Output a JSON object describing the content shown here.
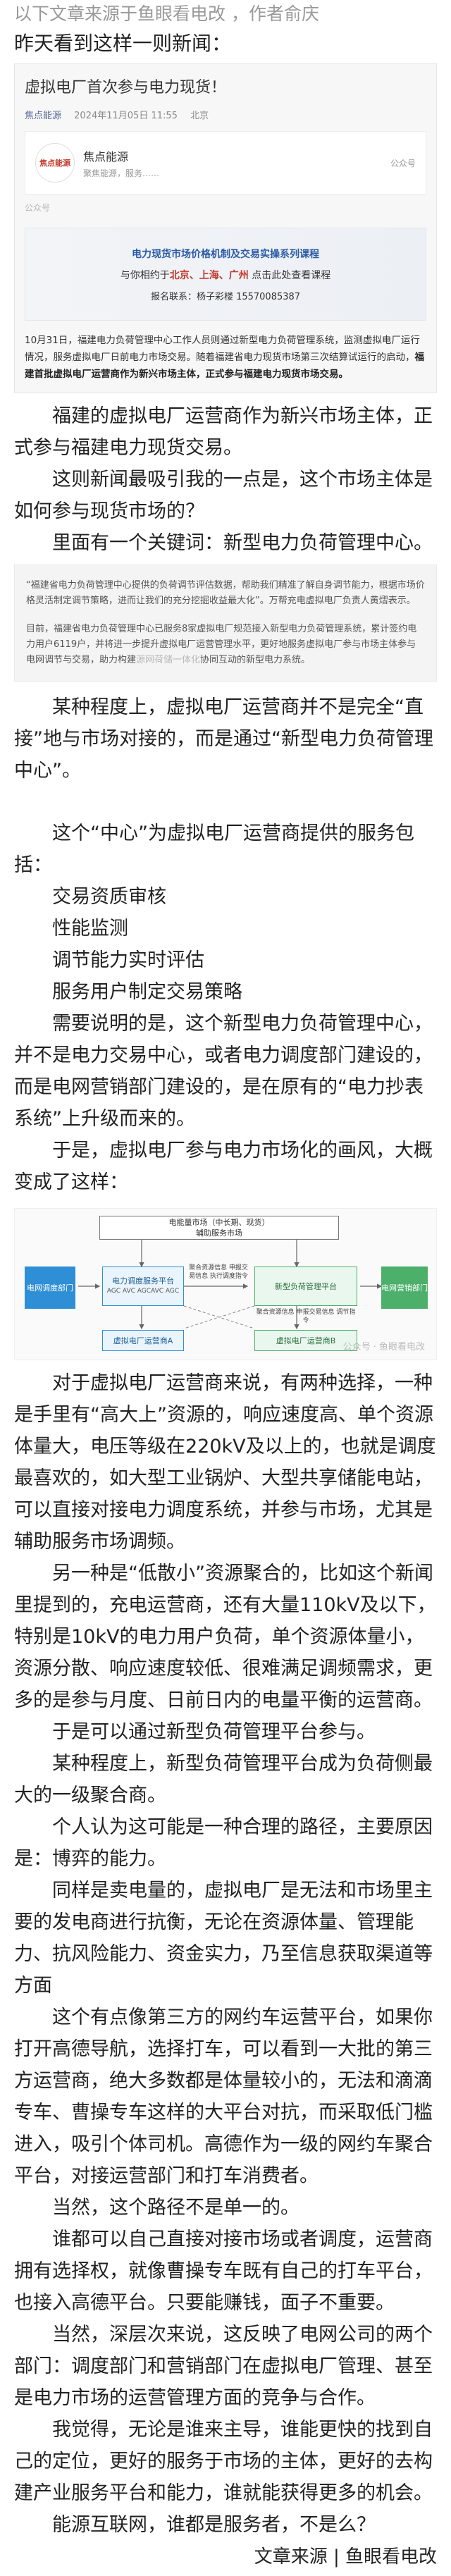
{
  "header_note": "以下文章来源于鱼眼看电改 ，作者俞庆",
  "lead": "昨天看到这样一则新闻：",
  "screenshot": {
    "title": "虚拟电厂首次参与电力现货！",
    "meta_source": "焦点能源",
    "meta_time": "2024年11月05日 11:55",
    "meta_loc": "北京",
    "card_logo": "焦点能源",
    "card_name": "焦点能源",
    "card_desc": "聚焦能源，服务……",
    "card_flag": "公众号",
    "watermark": "公众号",
    "banner_line1": "电力现货市场价格机制及交易实操系列课程",
    "banner_line2_pre": "与你相约于",
    "banner_line2_em": "北京、上海、广州",
    "banner_line2_post": " 点击此处查看课程",
    "banner_line3": "报名联系：杨子彩楼 15570085387",
    "news_text": "10月31日，福建电力负荷管理中心工作人员则通过新型电力负荷管理系统，监测虚拟电厂运行情况，服务虚拟电厂日前电力市场交易。随着福建省电力现货市场第三次结算试运行的启动，",
    "news_bold": "福建首批虚拟电厂运营商作为新兴市场主体，正式参与福建电力现货市场交易。"
  },
  "para1": "福建的虚拟电厂运营商作为新兴市场主体，正式参与福建电力现货交易。",
  "para2": "这则新闻最吸引我的一点是，这个市场主体是如何参与现货市场的？",
  "para3": "里面有一个关键词：新型电力负荷管理中心。",
  "quote": {
    "q1": "“福建省电力负荷管理中心提供的负荷调节评估数据，帮助我们精准了解自身调节能力，根据市场价格灵活制定调节策略，进而让我们的充分挖掘收益最大化”。万帮充电虚拟电厂负责人黄熠表示。",
    "q2": "目前，福建省电力负荷管理中心已服务8家虚拟电厂规范接入新型电力负荷管理系统，累计签约电力用户6119户，并将进一步提升虚拟电厂运营管理水平，更好地服务虚拟电厂参与市场主体参与电网调节与交易，助力构建",
    "q2_wm": "源网荷储一体化",
    "q2_tail": "协同互动的新型电力系统。"
  },
  "para4": "某种程度上，虚拟电厂运营商并不是完全“直接”地与市场对接的，而是通过“新型电力负荷管理中心”。",
  "para5": "这个“中心”为虚拟电厂运营商提供的服务包括：",
  "services": [
    "交易资质审核",
    "性能监测",
    "调节能力实时评估",
    "服务用户制定交易策略"
  ],
  "para6": "需要说明的是，这个新型电力负荷管理中心，并不是电力交易中心，或者电力调度部门建设的，而是电网营销部门建设的，是在原有的“电力抄表系统”上升级而来的。",
  "para7": "于是，虚拟电厂参与电力市场化的画风，大概变成了这样：",
  "diagram": {
    "top_box": "电能量市场（中长期、现货）",
    "top_sub": "辅助服务市场",
    "left_dept": "电网调度部门",
    "right_dept": "电网营销部门",
    "mid_blue": "电力调度服务平台",
    "mid_green": "新型负荷管理平台",
    "blue_small": "AGC AVC AGCAVC AGC",
    "arrow_label1": "聚合资源信息 申报交易信息 执行调度指令",
    "arrow_label2": "聚合资源信息 申报交易信息 调节指令",
    "vpp_a": "虚拟电厂运营商A",
    "vpp_b": "虚拟电厂运营商B",
    "watermark": "公众号 · 鱼眼看电改"
  },
  "para8": "对于虚拟电厂运营商来说，有两种选择，一种是手里有“高大上”资源的，响应速度高、单个资源体量大，电压等级在220kV及以上的，也就是调度最喜欢的，如大型工业锅炉、大型共享储能电站，可以直接对接电力调度系统，并参与市场，尤其是辅助服务市场调频。",
  "para9": "另一种是“低散小”资源聚合的，比如这个新闻里提到的，充电运营商，还有大量110kV及以下，特别是10kV的电力用户负荷，单个资源体量小，资源分散、响应速度较低、很难满足调频需求，更多的是参与月度、日前日内的电量平衡的运营商。",
  "para10": "于是可以通过新型负荷管理平台参与。",
  "para11": "某种程度上，新型负荷管理平台成为负荷侧最大的一级聚合商。",
  "para12": "个人认为这可能是一种合理的路径，主要原因是：博弈的能力。",
  "para13": "同样是卖电量的，虚拟电厂是无法和市场里主要的发电商进行抗衡，无论在资源体量、管理能力、抗风险能力、资金实力，乃至信息获取渠道等方面",
  "para14": "这个有点像第三方的网约车运营平台，如果你打开高德导航，选择打车，可以看到一大批的第三方运营商，绝大多数都是体量较小的，无法和滴滴专车、曹操专车这样的大平台对抗，而采取低门槛进入，吸引个体司机。高德作为一级的网约车聚合平台，对接运营部门和打车消费者。",
  "para15": "当然，这个路径不是单一的。",
  "para16": "谁都可以自己直接对接市场或者调度，运营商拥有选择权，就像曹操专车既有自己的打车平台，也接入高德平台。只要能赚钱，面子不重要。",
  "para17": "当然，深层次来说，这反映了电网公司的两个部门：调度部门和营销部门在虚拟电厂管理、甚至是电力市场的运营管理方面的竞争与合作。",
  "para18": "我觉得，无论是谁来主导，谁能更快的找到自己的定位，更好的服务于市场的主体，更好的去构建产业服务平台和能力，谁就能获得更多的机会。",
  "para19": "能源互联网，谁都是服务者，不是么？",
  "footer": "文章来源 | 鱼眼看电改"
}
